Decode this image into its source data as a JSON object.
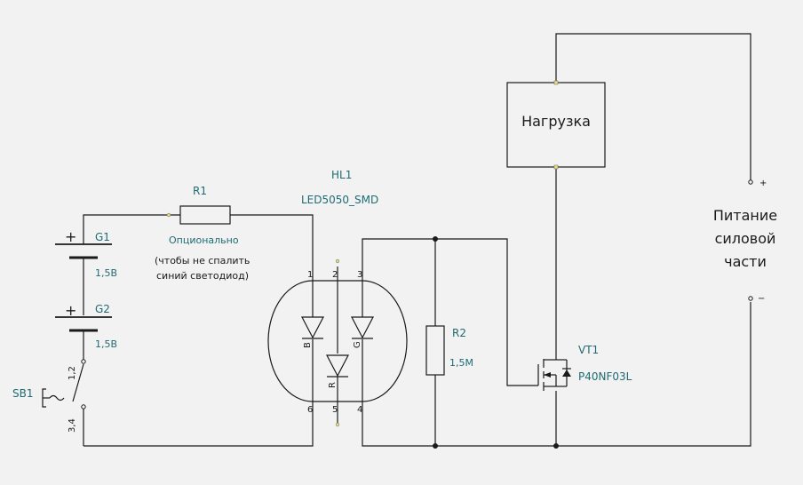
{
  "g1": {
    "ref": "G1",
    "value": "1,5В",
    "plus": "+"
  },
  "g2": {
    "ref": "G2",
    "value": "1,5В",
    "plus": "+"
  },
  "sb1": {
    "ref": "SB1",
    "pin_top": "1,2",
    "pin_bottom": "3,4"
  },
  "r1": {
    "ref": "R1",
    "value": "Опционально",
    "note_line1": "(чтобы не спалить",
    "note_line2": "синий светодиод)"
  },
  "hl1": {
    "ref": "HL1",
    "value": "LED5050_SMD",
    "pins": [
      "1",
      "2",
      "3",
      "6",
      "5",
      "4"
    ],
    "leds": [
      "B",
      "G",
      "R"
    ]
  },
  "r2": {
    "ref": "R2",
    "value": "1,5М"
  },
  "vt1": {
    "ref": "VT1",
    "value": "P40NF03L"
  },
  "load": {
    "label": "Нагрузка"
  },
  "power": {
    "line1": "Питание",
    "line2": "силовой",
    "line3": "части",
    "plus": "+",
    "minus": "−"
  }
}
